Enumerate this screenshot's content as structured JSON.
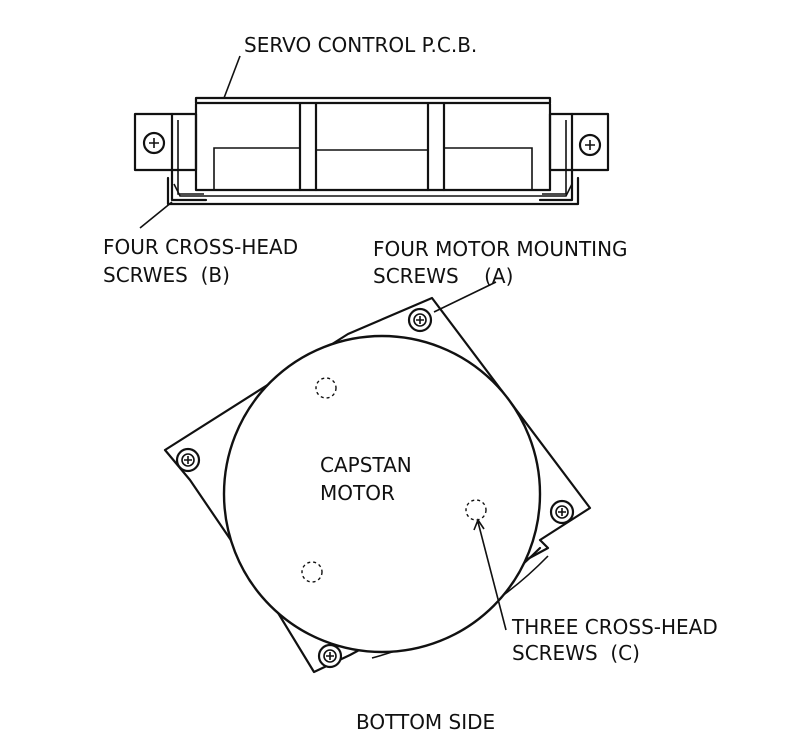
{
  "labels": {
    "servo_pcb": "SERVO CONTROL P.C.B.",
    "screws_b_line1": "FOUR CROSS-HEAD",
    "screws_b_line2": "SCRWES  (B)",
    "screws_a_line1": "FOUR MOTOR MOUNTING",
    "screws_a_line2": "SCREWS    (A)",
    "motor_line1": "CAPSTAN",
    "motor_line2": "MOTOR",
    "screws_c_line1": "THREE CROSS-HEAD",
    "screws_c_line2": "SCREWS  (C)",
    "view_caption": "BOTTOM SIDE"
  }
}
